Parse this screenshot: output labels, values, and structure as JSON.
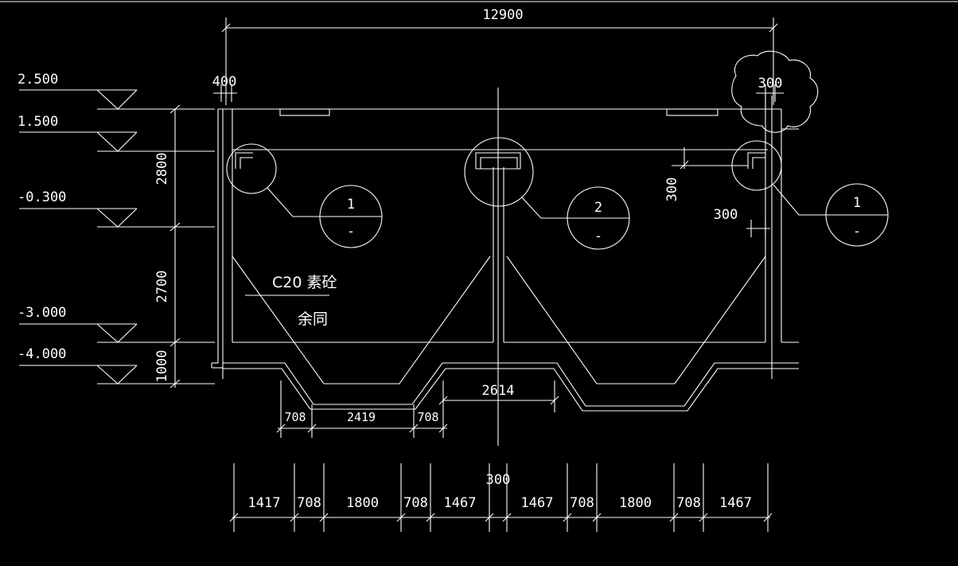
{
  "drawing": {
    "background": "#000000",
    "line_color": "#ffffff",
    "overall_width": "12900",
    "elevations": [
      "2.500",
      "1.500",
      "-0.300",
      "-3.000",
      "-4.000"
    ],
    "vertical_dims": [
      "2800",
      "2700",
      "1000"
    ],
    "wall_dims": {
      "left": "400",
      "right": "300"
    },
    "small_dims": {
      "vertical": "300",
      "horizontal": "300"
    },
    "detail_callouts": [
      {
        "num": "1",
        "sub": "-"
      },
      {
        "num": "2",
        "sub": "-"
      },
      {
        "num": "1",
        "sub": "-"
      }
    ],
    "material_note": {
      "top": "C20  素砼",
      "bottom": "余同"
    },
    "base_dims": {
      "left": "708",
      "middle": "2419",
      "right": "708",
      "span": "2614"
    },
    "bottom_dims": [
      "1417",
      "708",
      "1800",
      "708",
      "1467",
      "1467",
      "708",
      "1800",
      "708",
      "1467"
    ],
    "bottom_center": "300"
  }
}
